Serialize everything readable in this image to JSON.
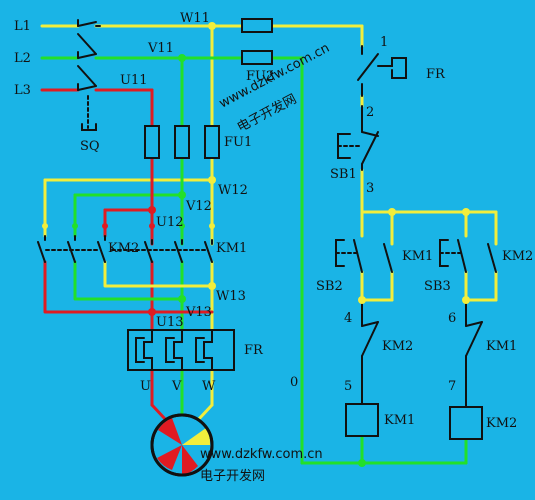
{
  "colors": {
    "background": "#1ab4e6",
    "phase_w": "#f2ee3c",
    "phase_v": "#22e02a",
    "phase_u": "#e01b22",
    "ink": "#111111",
    "watermark": "#ff3b30"
  },
  "labels": {
    "l1": "L1",
    "l2": "L2",
    "l3": "L3",
    "sq": "SQ",
    "w11": "W11",
    "v11": "V11",
    "u11": "U11",
    "fu2": "FU2",
    "fu1": "FU1",
    "w12": "W12",
    "v12": "V12",
    "u12": "U12",
    "km2_main": "KM2",
    "km1_main": "KM1",
    "w13": "W13",
    "v13": "V13",
    "u13": "U13",
    "fr_main": "FR",
    "terminal_u": "U",
    "terminal_v": "V",
    "terminal_w": "W",
    "node_0": "0",
    "node_1": "1",
    "fr_ctrl": "FR",
    "node_2": "2",
    "sb1": "SB1",
    "node_3": "3",
    "sb2": "SB2",
    "km1_hold": "KM1",
    "sb3": "SB3",
    "km2_hold": "KM2",
    "node_4": "4",
    "km2_interlock": "KM2",
    "node_6": "6",
    "km1_interlock": "KM1",
    "node_5": "5",
    "km1_coil": "KM1",
    "node_7": "7",
    "km2_coil": "KM2"
  },
  "watermarks": {
    "url_diagonal": "www.dzkfw.com.cn",
    "name_diagonal": "电子开发网",
    "url_bottom": "www.dzkfw.com.cn",
    "name_bottom": "电子开发网"
  }
}
